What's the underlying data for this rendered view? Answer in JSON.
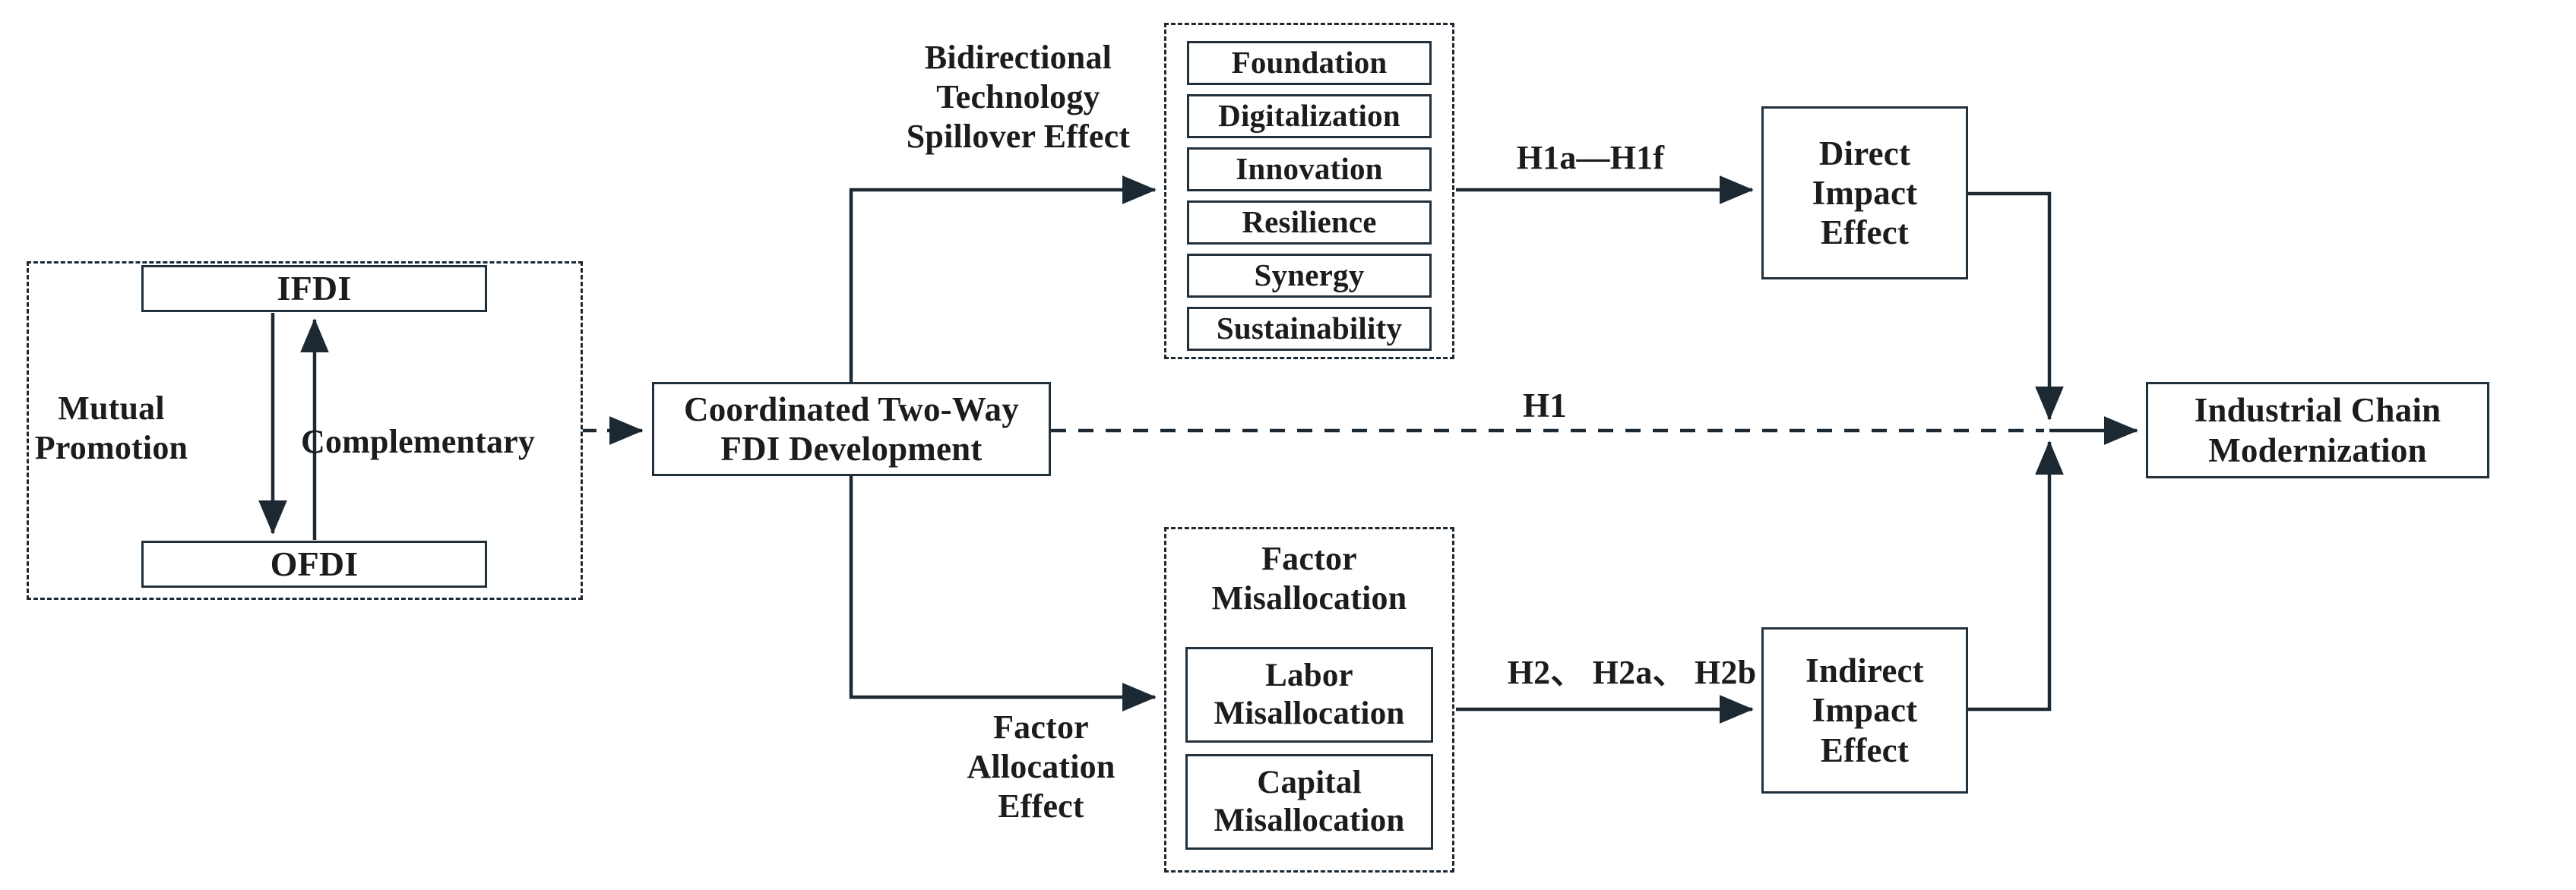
{
  "diagram": {
    "title": "Coordinated Two-Way FDI Development and Industrial Chain Modernization research framework",
    "colors": {
      "stroke": "#22303c",
      "text": "#1c1c1c",
      "background": "#ffffff"
    },
    "left_group": {
      "name": "Two-Way FDI container",
      "nodes": {
        "ifdi": "IFDI",
        "ofdi": "OFDI"
      },
      "labels": {
        "mutual_promotion": "Mutual\nPromotion",
        "complementary": "Complementary"
      }
    },
    "core": {
      "coordinated": "Coordinated Two-Way\nFDI Development"
    },
    "technology_channel": {
      "channel_label": "Bidirectional\nTechnology\nSpillover Effect",
      "items": [
        "Foundation",
        "Digitalization",
        "Innovation",
        "Resilience",
        "Synergy",
        "Sustainability"
      ],
      "hypothesis_label": "H1a—H1f"
    },
    "factor_channel": {
      "channel_label": "Factor\nAllocation\nEffect",
      "group_title": "Factor\nMisallocation",
      "items": [
        "Labor\nMisallocation",
        "Capital\nMisallocation"
      ],
      "hypothesis_label": "H2、 H2a、 H2b"
    },
    "effects": {
      "direct": "Direct\nImpact\nEffect",
      "indirect": "Indirect\nImpact\nEffect"
    },
    "outcome": {
      "industrial_chain": "Industrial Chain\nModernization",
      "direct_hypothesis_label": "H1"
    }
  }
}
